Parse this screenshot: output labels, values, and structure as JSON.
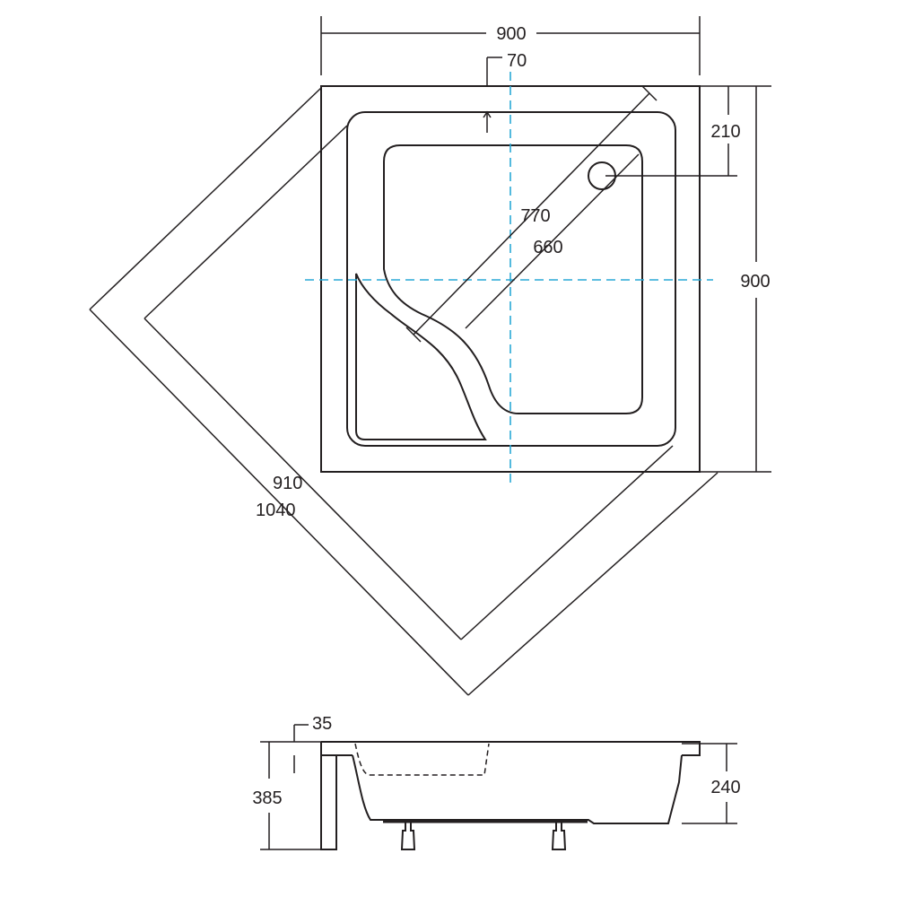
{
  "dimensions": {
    "top_width": "900",
    "right_height": "900",
    "drain_offset": "210",
    "rim_width": "70",
    "diag_inner": "770",
    "diag_floor": "660",
    "diag_outer_910": "910",
    "diag_outer_1040": "1040",
    "side_rim_height": "35",
    "side_total_height": "385",
    "side_tray_height": "240"
  },
  "colors": {
    "line": "#231f20",
    "centerline": "#29a8d6",
    "background": "#ffffff"
  }
}
